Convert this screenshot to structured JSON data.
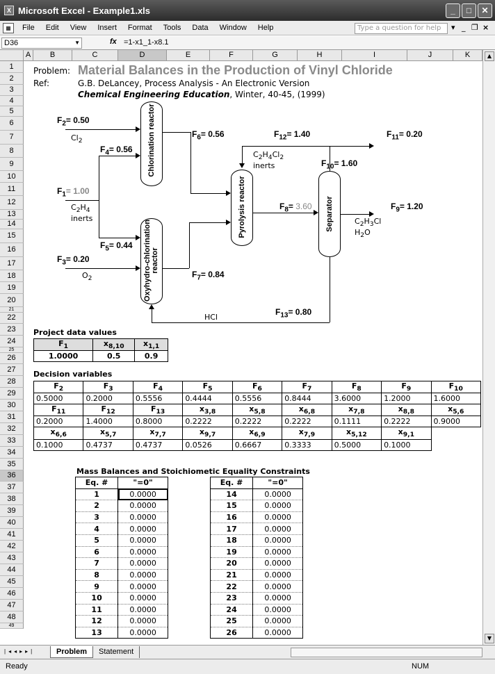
{
  "window": {
    "title": "Microsoft Excel - Example1.xls",
    "min": "_",
    "max": "□",
    "close": "✕"
  },
  "menu": [
    "File",
    "Edit",
    "View",
    "Insert",
    "Format",
    "Tools",
    "Data",
    "Window",
    "Help"
  ],
  "help_placeholder": "Type a question for help",
  "formula_bar": {
    "cell": "D36",
    "fx": "fx",
    "formula": "=1-x1_1-x8.1"
  },
  "columns": [
    "A",
    "B",
    "C",
    "D",
    "E",
    "F",
    "G",
    "H",
    "I",
    "J",
    "K"
  ],
  "rows": [
    "1",
    "2",
    "3",
    "4",
    "5",
    "6",
    "7",
    "8",
    "9",
    "10",
    "11",
    "12",
    "13",
    "14",
    "15",
    "16",
    "17",
    "18",
    "19",
    "20",
    "21",
    "22",
    "23",
    "24",
    "25",
    "26",
    "27",
    "28",
    "29",
    "30",
    "31",
    "32",
    "33",
    "34",
    "35",
    "36",
    "37",
    "38",
    "39",
    "40",
    "41",
    "42",
    "43",
    "44",
    "45",
    "46",
    "47",
    "48",
    "49"
  ],
  "header": {
    "problem_label": "Problem:",
    "problem_title": "Material Balances in the Production of Vinyl Chloride",
    "ref_label": "Ref:",
    "ref_text": "G.B. DeLancey, Process Analysis - An Electronic Version",
    "journal": "Chemical Engineering Education",
    "journal_rest": ", Winter, 40-45, (1999)"
  },
  "diagram": {
    "f2": "F",
    "f2_sub": "2",
    "f2_val": "= 0.50",
    "cl2": "Cl",
    "cl2_sub": "2",
    "f4": "F",
    "f4_sub": "4",
    "f4_val": "= 0.56",
    "f1": "F",
    "f1_sub": "1",
    "f1_val": "= 1.00",
    "c2h4": "C",
    "c2h4_a": "2",
    "c2h4_b": "H",
    "c2h4_c": "4",
    "inerts1": "inerts",
    "f5": "F",
    "f5_sub": "5",
    "f5_val": "= 0.44",
    "f3": "F",
    "f3_sub": "3",
    "f3_val": "= 0.20",
    "o2": "O",
    "o2_sub": "2",
    "chlor_reactor": "Chlorination reactor",
    "oxy_reactor": "Oxyhydro-chlorination reactor",
    "f6": "F",
    "f6_sub": "6",
    "f6_val": "= 0.56",
    "f7": "F",
    "f7_sub": "7",
    "f7_val": "= 0.84",
    "f12": "F",
    "f12_sub": "12",
    "f12_val": "= 1.40",
    "c2h4cl2": "C",
    "c2h4cl2_a": "2",
    "c2h4cl2_b": "H",
    "c2h4cl2_c": "4",
    "c2h4cl2_d": "Cl",
    "c2h4cl2_e": "2",
    "inerts2": "inerts",
    "pyro_reactor": "Pyrolysis reactor",
    "f8": "F",
    "f8_sub": "8",
    "f8_eq": "= ",
    "f8_val": "3.60",
    "f10": "F",
    "f10_sub": "10",
    "f10_val": "= 1.60",
    "separator": "Separator",
    "f11": "F",
    "f11_sub": "11",
    "f11_val": "= 0.20",
    "f9": "F",
    "f9_sub": "9",
    "f9_val": "= 1.20",
    "c2h3cl": "C",
    "c2h3cl_a": "2",
    "c2h3cl_b": "H",
    "c2h3cl_c": "3",
    "c2h3cl_d": "Cl",
    "h2o": "H",
    "h2o_a": "2",
    "h2o_b": "O",
    "hcl": "HCl",
    "f13": "F",
    "f13_sub": "13",
    "f13_val": "= 0.80"
  },
  "project_data": {
    "title": "Project data values",
    "headers": [
      [
        "F",
        "1"
      ],
      [
        "x",
        "8,10"
      ],
      [
        "x",
        "1,1"
      ]
    ],
    "values": [
      "1.0000",
      "0.5",
      "0.9"
    ]
  },
  "decision": {
    "title": "Decision variables",
    "row1_h": [
      [
        "F",
        "2"
      ],
      [
        "F",
        "3"
      ],
      [
        "F",
        "4"
      ],
      [
        "F",
        "5"
      ],
      [
        "F",
        "6"
      ],
      [
        "F",
        "7"
      ],
      [
        "F",
        "8"
      ],
      [
        "F",
        "9"
      ],
      [
        "F",
        "10"
      ]
    ],
    "row1_v": [
      "0.5000",
      "0.2000",
      "0.5556",
      "0.4444",
      "0.5556",
      "0.8444",
      "3.6000",
      "1.2000",
      "1.6000"
    ],
    "row2_h": [
      [
        "F",
        "11"
      ],
      [
        "F",
        "12"
      ],
      [
        "F",
        "13"
      ],
      [
        "x",
        "3,8"
      ],
      [
        "x",
        "5,8"
      ],
      [
        "x",
        "6,8"
      ],
      [
        "x",
        "7,8"
      ],
      [
        "x",
        "8,8"
      ],
      [
        "x",
        "5,6"
      ]
    ],
    "row2_v": [
      "0.2000",
      "1.4000",
      "0.8000",
      "0.2222",
      "0.2222",
      "0.2222",
      "0.1111",
      "0.2222",
      "0.9000"
    ],
    "row3_h": [
      [
        "x",
        "6,6"
      ],
      [
        "x",
        "5,7"
      ],
      [
        "x",
        "7,7"
      ],
      [
        "x",
        "9,7"
      ],
      [
        "x",
        "6,9"
      ],
      [
        "x",
        "7,9"
      ],
      [
        "x",
        "5,12"
      ],
      [
        "x",
        "9,1"
      ]
    ],
    "row3_v": [
      "0.1000",
      "0.4737",
      "0.4737",
      "0.0526",
      "0.6667",
      "0.3333",
      "0.5000",
      "0.1000"
    ]
  },
  "mass_balance": {
    "title": "Mass Balances and Stoichiometic Equality Constraints",
    "col_eq": "Eq. #",
    "col_zero": "\"=0\"",
    "left": [
      [
        "1",
        "0.0000"
      ],
      [
        "2",
        "0.0000"
      ],
      [
        "3",
        "0.0000"
      ],
      [
        "4",
        "0.0000"
      ],
      [
        "5",
        "0.0000"
      ],
      [
        "6",
        "0.0000"
      ],
      [
        "7",
        "0.0000"
      ],
      [
        "8",
        "0.0000"
      ],
      [
        "9",
        "0.0000"
      ],
      [
        "10",
        "0.0000"
      ],
      [
        "11",
        "0.0000"
      ],
      [
        "12",
        "0.0000"
      ],
      [
        "13",
        "0.0000"
      ]
    ],
    "right": [
      [
        "14",
        "0.0000"
      ],
      [
        "15",
        "0.0000"
      ],
      [
        "16",
        "0.0000"
      ],
      [
        "17",
        "0.0000"
      ],
      [
        "18",
        "0.0000"
      ],
      [
        "19",
        "0.0000"
      ],
      [
        "20",
        "0.0000"
      ],
      [
        "21",
        "0.0000"
      ],
      [
        "22",
        "0.0000"
      ],
      [
        "23",
        "0.0000"
      ],
      [
        "24",
        "0.0000"
      ],
      [
        "25",
        "0.0000"
      ],
      [
        "26",
        "0.0000"
      ]
    ]
  },
  "tabs": [
    "Problem",
    "Statement"
  ],
  "status": {
    "ready": "Ready",
    "num": "NUM"
  }
}
